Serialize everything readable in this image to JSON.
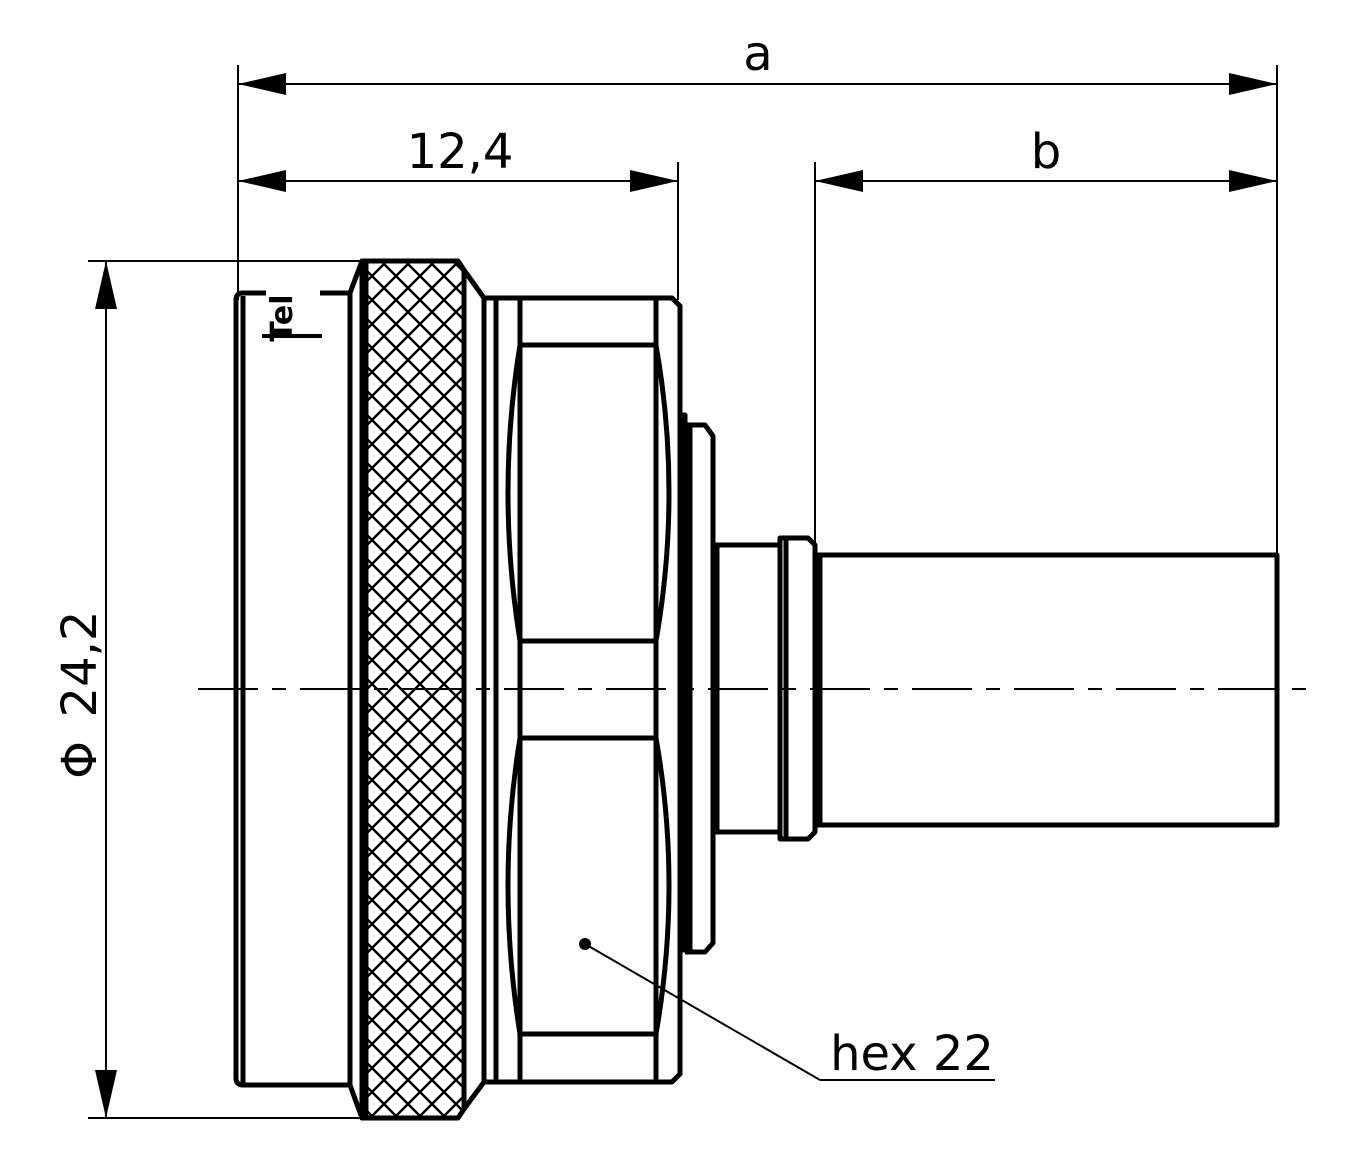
{
  "dimensions": {
    "overall_length": "a",
    "front_length": "12,4",
    "cable_length": "b",
    "diameter_symbol": "Φ",
    "diameter_value": "24,2"
  },
  "callouts": {
    "hex_size": "hex 22"
  },
  "logo_text": "Tel"
}
